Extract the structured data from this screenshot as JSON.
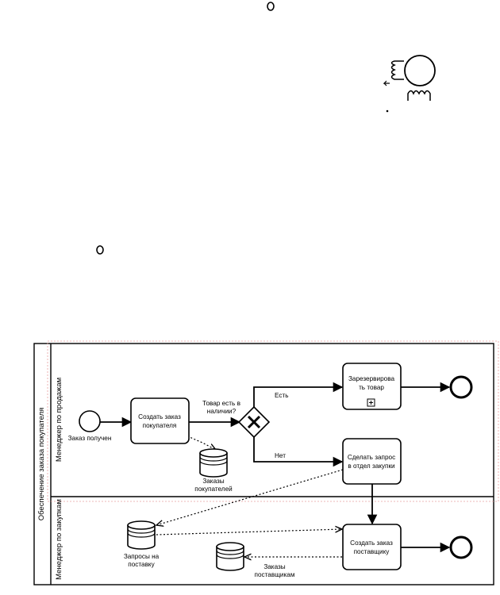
{
  "pool": {
    "label": "Обеспечение заказа покупателя",
    "lanes": {
      "sales": "Менеджер по продажам",
      "purchase": "Менеджер по закупкам"
    }
  },
  "events": {
    "start_label": "Заказ получен"
  },
  "tasks": {
    "create_order": [
      "Создать заказ",
      "покупателя"
    ],
    "reserve": [
      "Зарезервирова",
      "ть товар"
    ],
    "request": [
      "Сделать запрос",
      "в отдел закупки"
    ],
    "supplier_order": [
      "Создать заказ",
      "поставщику"
    ]
  },
  "gateway": {
    "question": [
      "Товар есть в",
      "наличии?"
    ],
    "yes": "Есть",
    "no": "Нет"
  },
  "data_stores": {
    "customer_orders": [
      "Заказы",
      "покупателей"
    ],
    "supply_requests": [
      "Запросы на",
      "поставку"
    ],
    "supplier_orders": [
      "Заказы",
      "поставщикам"
    ]
  }
}
